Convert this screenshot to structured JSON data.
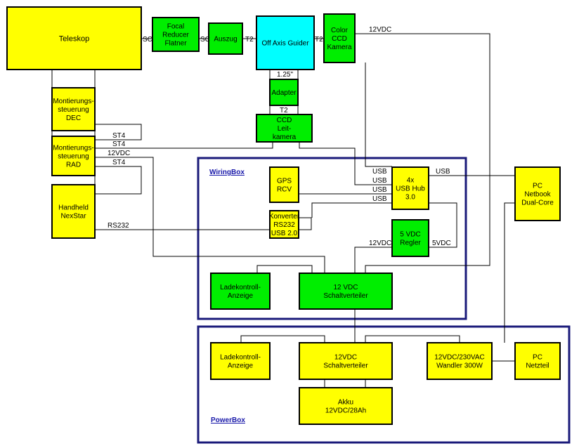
{
  "colors": {
    "yellow": "#ffff00",
    "green": "#00ee00",
    "cyan": "#00ffff",
    "group_border": "#1a1a7a",
    "group_label": "#1a1aaa"
  },
  "blocks": {
    "teleskop": [
      "Teleskop"
    ],
    "focal": [
      "Focal",
      "Reducer",
      "Flatner"
    ],
    "auszug": [
      "Auszug"
    ],
    "oag": [
      "Off Axis Guider"
    ],
    "colorccd": [
      "Color",
      "CCD",
      "Kamera"
    ],
    "adapter": [
      "Adapter"
    ],
    "ccdleit": [
      "CCD",
      "Leit-",
      "kamera"
    ],
    "mont_dec": [
      "Montierungs-",
      "steuerung",
      "DEC"
    ],
    "mont_rad": [
      "Montierungs-",
      "steuerung",
      "RAD"
    ],
    "handheld": [
      "Handheld",
      "NexStar"
    ],
    "gps": [
      "GPS",
      "RCV"
    ],
    "konverter": [
      "Konverter",
      "RS232",
      "USB 2.0"
    ],
    "usbhub": [
      "4x",
      "USB Hub",
      "3.0"
    ],
    "regler": [
      "5 VDC",
      "Regler"
    ],
    "pc_netbook": [
      "PC",
      "Netbook",
      "Dual-Core"
    ],
    "ladekontroll_wb": [
      "Ladekontroll-",
      "Anzeige"
    ],
    "schaltverteiler_wb": [
      "12 VDC",
      "Schaltverteiler"
    ],
    "ladekontroll_pb": [
      "Ladekontroll-",
      "Anzeige"
    ],
    "schaltverteiler_pb": [
      "12VDC",
      "Schaltverteiler"
    ],
    "wandler": [
      "12VDC/230VAC",
      "Wandler 300W"
    ],
    "pc_netzteil": [
      "PC",
      "Netzteil"
    ],
    "akku": [
      "Akku",
      "12VDC/28Ah"
    ]
  },
  "labels": {
    "sc1": "SC",
    "sc2": "SC",
    "t2a": "T2",
    "t2b": "T2",
    "t2c": "T2",
    "inch": "1.25\"",
    "st4_1": "ST4",
    "st4_2": "ST4",
    "st4_3": "ST4",
    "vdc12_rad": "12VDC",
    "rs232": "RS232",
    "vdc12_cam": "12VDC",
    "usb1": "USB",
    "usb2": "USB",
    "usb3": "USB",
    "usb4": "USB",
    "usb_pc": "USB",
    "vdc12_reg": "12VDC",
    "vdc5": "5VDC"
  },
  "groups": {
    "wiringbox": "WiringBox",
    "powerbox": "PowerBox"
  }
}
